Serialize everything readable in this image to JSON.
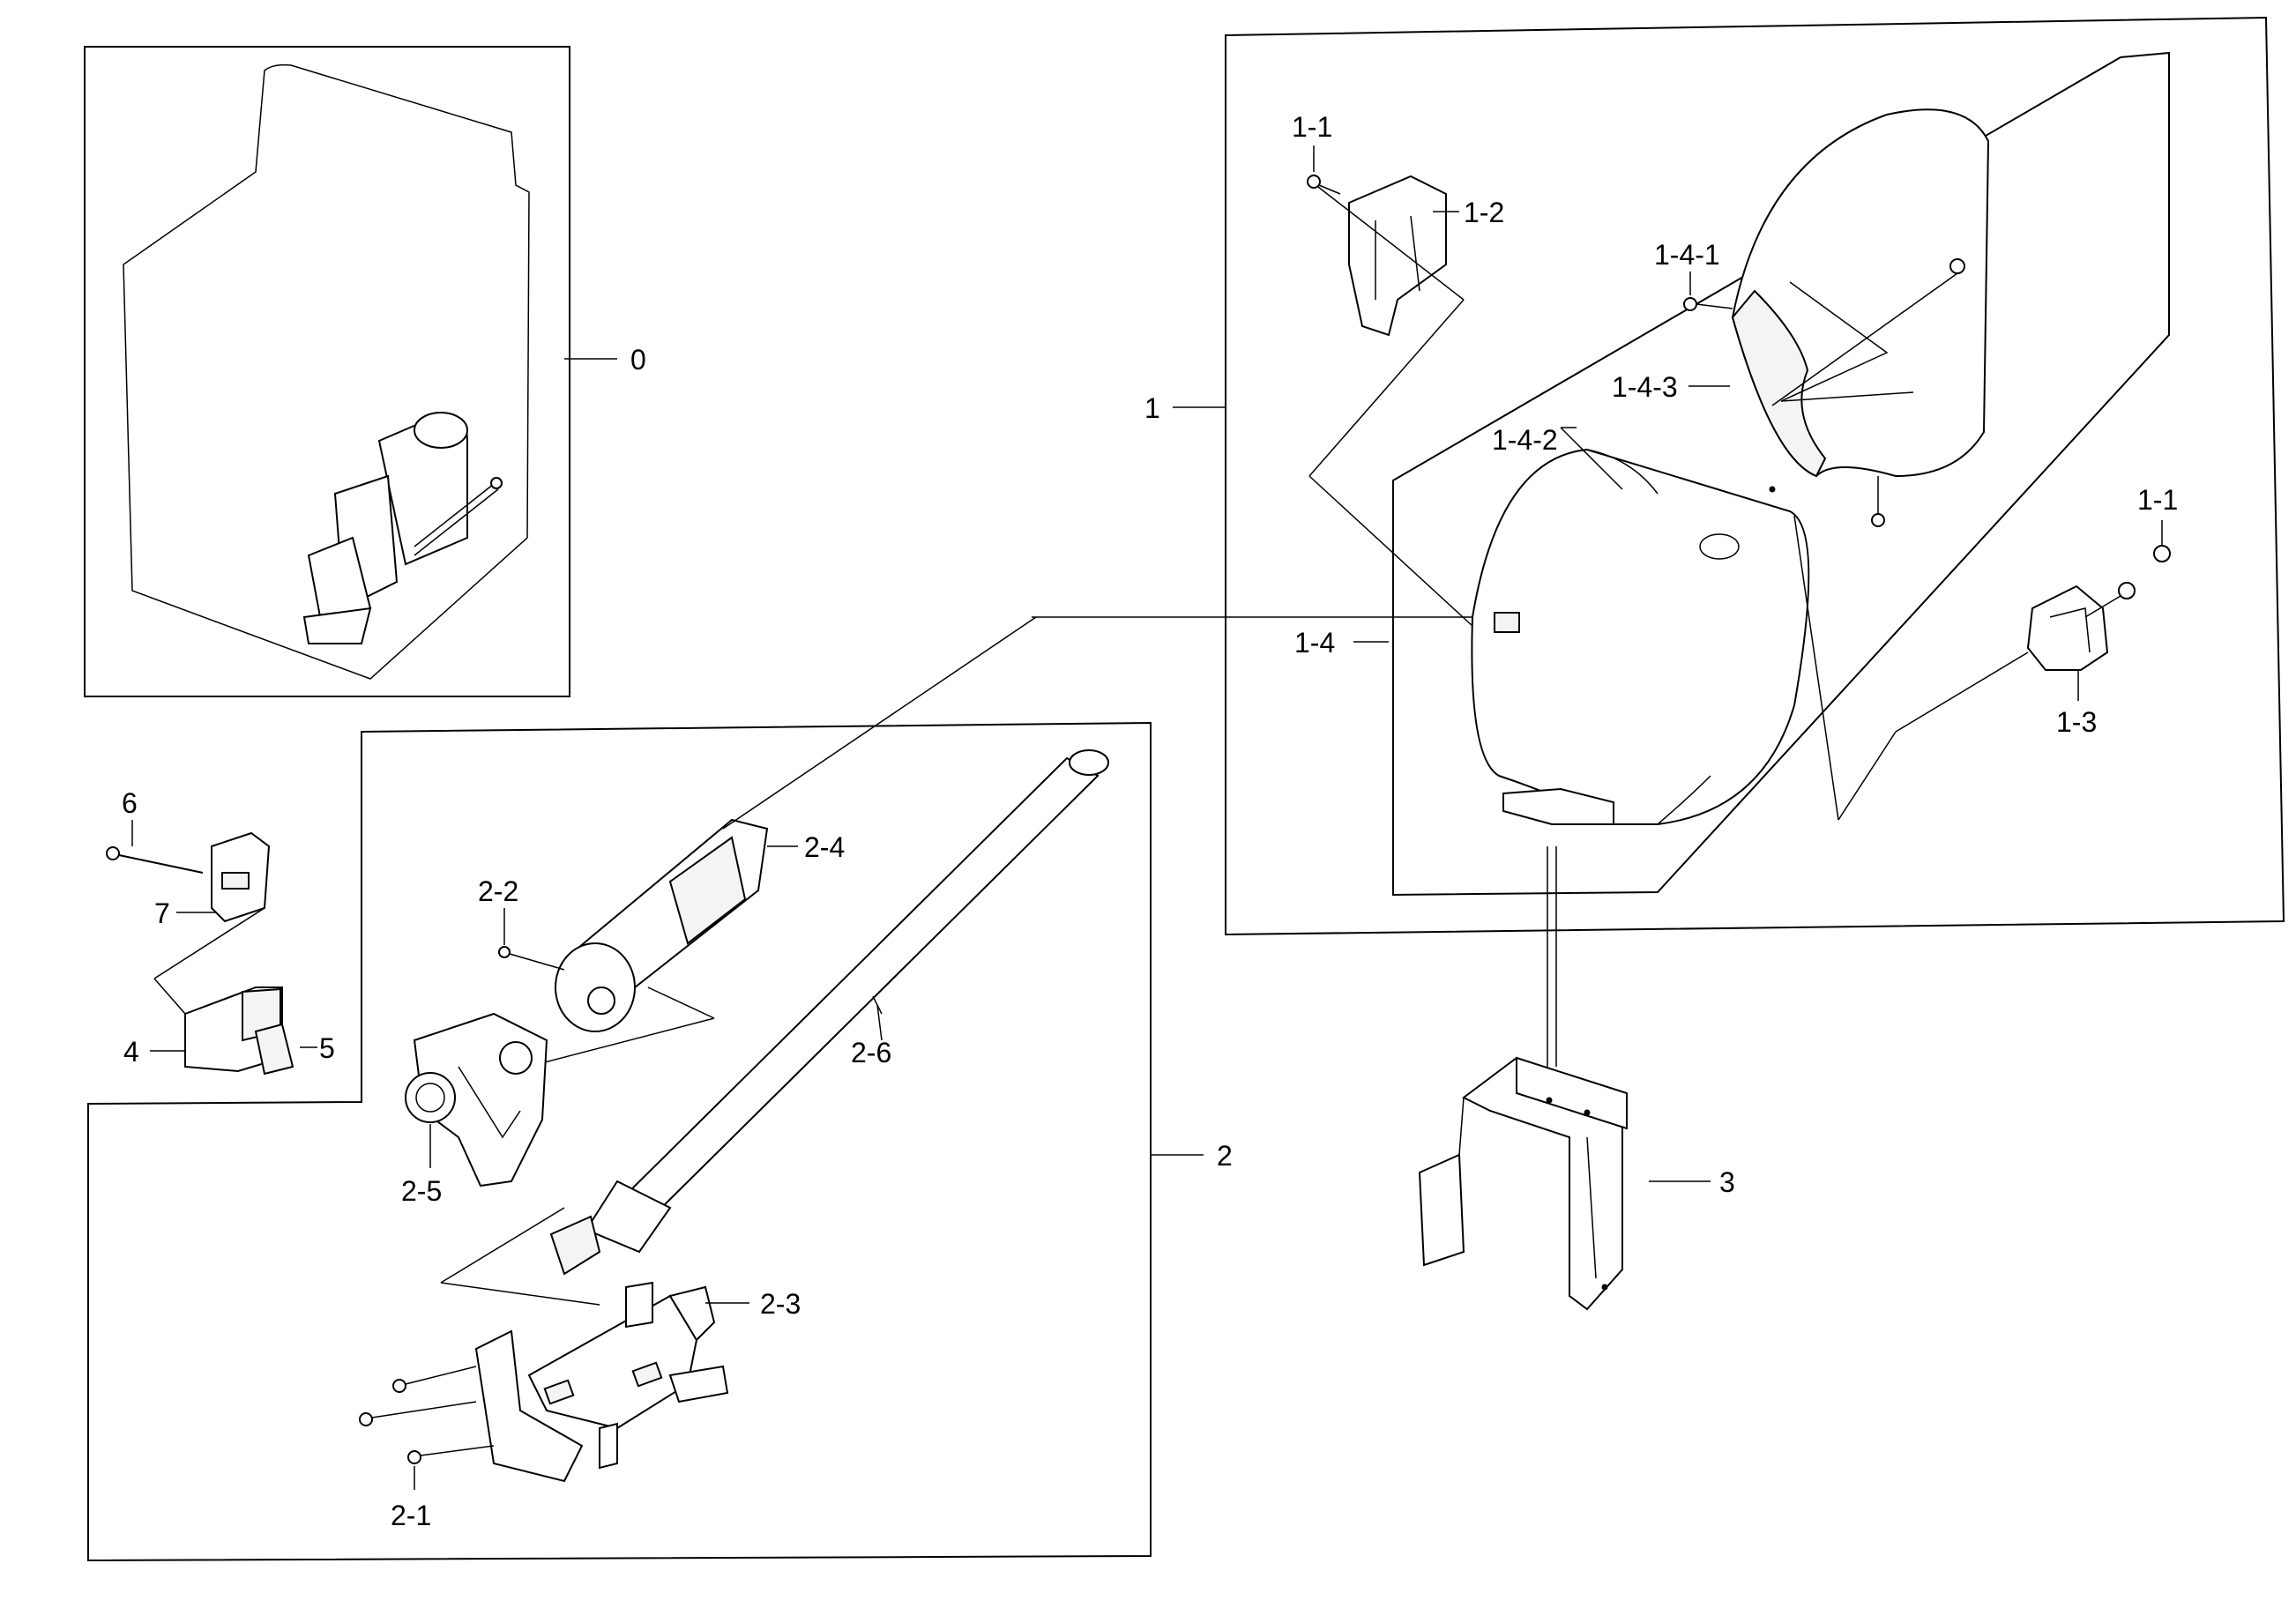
{
  "callouts": {
    "c0": "0",
    "c1": "1",
    "c1_1a": "1-1",
    "c1_1b": "1-1",
    "c1_2": "1-2",
    "c1_3": "1-3",
    "c1_4": "1-4",
    "c1_4_1": "1-4-1",
    "c1_4_2": "1-4-2",
    "c1_4_3": "1-4-3",
    "c2": "2",
    "c2_1": "2-1",
    "c2_2": "2-2",
    "c2_3": "2-3",
    "c2_4": "2-4",
    "c2_5": "2-5",
    "c2_6": "2-6",
    "c3": "3",
    "c4": "4",
    "c5": "5",
    "c6": "6",
    "c7": "7"
  }
}
